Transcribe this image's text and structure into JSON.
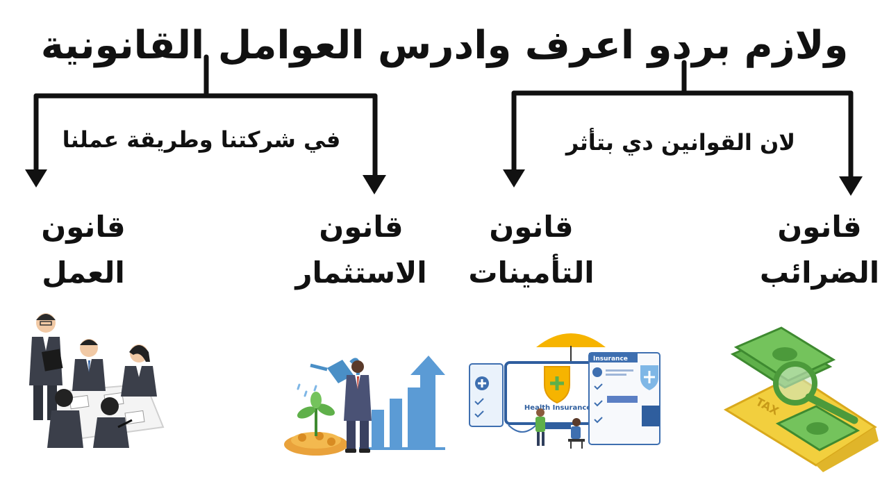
{
  "title": "ولازم بردو اعرف وادرس العوامل القانونية",
  "branches": {
    "left": {
      "label": "في شركتنا وطريقة عملنا",
      "laws": [
        {
          "line1": "قانون",
          "line2": "الاستثمار"
        },
        {
          "line1": "قانون",
          "line2": "العمل"
        }
      ]
    },
    "right": {
      "label": "لان القوانين دي بتأثر",
      "laws": [
        {
          "line1": "قانون",
          "line2": "الضرائب"
        },
        {
          "line1": "قانون",
          "line2": "التأمينات"
        }
      ]
    }
  },
  "illustrations": {
    "taxes": {
      "icon": "tax-money-magnifier-icon",
      "label": "TAX"
    },
    "insurance": {
      "icon": "health-insurance-icon",
      "screen_label": "Health Insurance",
      "form_label": "Insurance"
    },
    "investment": {
      "icon": "investment-growth-icon"
    },
    "labor": {
      "icon": "office-meeting-icon"
    }
  },
  "colors": {
    "text": "#111111",
    "money_green": "#5fb04a",
    "envelope_yellow": "#f2cf3e",
    "chart_blue": "#5b9bd5",
    "umbrella_yellow": "#f6b400"
  }
}
